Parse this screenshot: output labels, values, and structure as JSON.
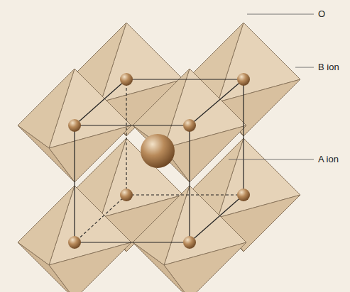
{
  "diagram": {
    "labels": [
      "O",
      "B ion",
      "A ion"
    ]
  }
}
